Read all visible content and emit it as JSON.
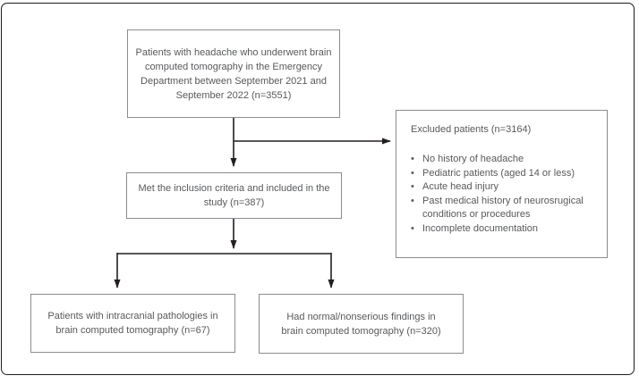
{
  "colors": {
    "background": "#ffffff",
    "frame_border": "#1c1c1c",
    "box_border": "#8a8c8f",
    "text": "#58595b",
    "arrow": "#231f20"
  },
  "flowchart": {
    "top_box": {
      "text": "Patients with headache who underwent brain computed tomography in the Emergency Department between September 2021 and September 2022 (n=3551)"
    },
    "excluded_box": {
      "title": "Excluded patients (n=3164)",
      "bullets": [
        "No history of headache",
        "Pediatric patients (aged 14 or less)",
        "Acute head injury",
        "Past medical history of neurosrugical  conditions or procedures",
        "Incomplete documentation"
      ]
    },
    "inclusion_box": {
      "text": "Met the inclusion criteria and included in the study (n=387)"
    },
    "pathology_box": {
      "text": "Patients with intracranial pathologies in brain computed tomography (n=67)"
    },
    "normal_box": {
      "text": "Had normal/nonserious findings in brain computed tomography (n=320)"
    }
  }
}
